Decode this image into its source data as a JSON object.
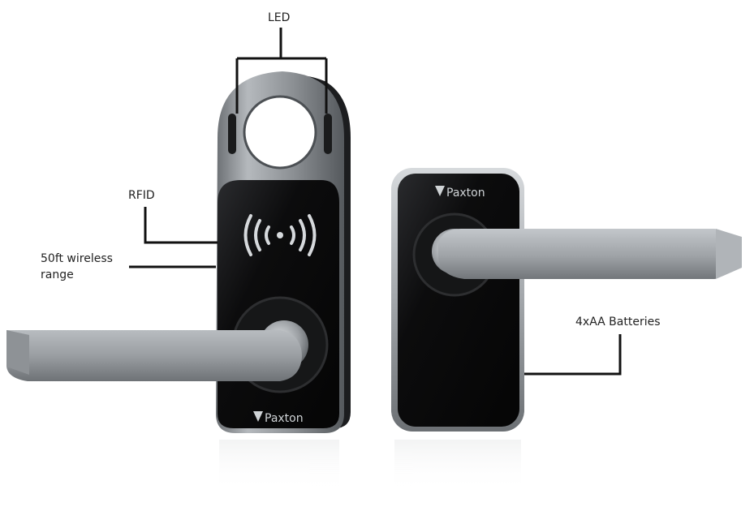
{
  "callouts": {
    "led": "LED",
    "rfid": "RFID",
    "range": "50ft wireless range",
    "batteries": "4xAA Batteries"
  },
  "brand": {
    "front": "Paxton",
    "back": "Paxton"
  },
  "colors": {
    "leader_line": "#111111",
    "panel_black": "#0b0b0c",
    "metal_light": "#b9bdc1",
    "metal_dark": "#5e6266",
    "brand_text": "#cfd3d6"
  }
}
